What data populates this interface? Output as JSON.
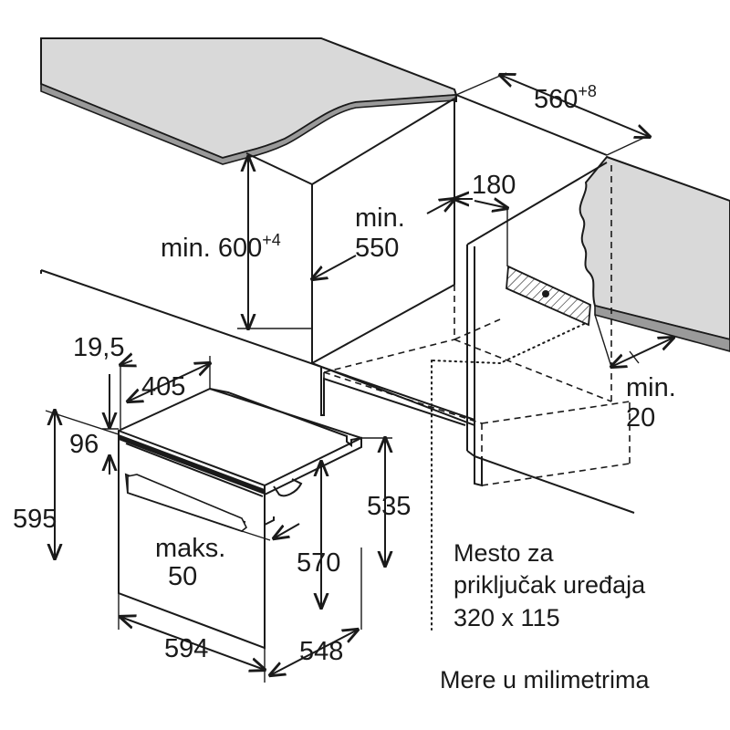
{
  "dimensions": {
    "cabinet_width": "560",
    "cabinet_width_tolerance": "+8",
    "cabinet_min_height_prefix": "min. ",
    "cabinet_min_height": "600",
    "cabinet_min_height_tolerance": "+4",
    "cabinet_min_depth_line1": "min.",
    "cabinet_min_depth_line2": "550",
    "connection_offset": "180",
    "min_gap_line1": "min.",
    "min_gap_line2": "20",
    "panel_thickness": "19,5",
    "rail_depth": "405",
    "control_height": "96",
    "front_height": "595",
    "appliance_height": "535",
    "body_height": "570",
    "max_overhang_line1": "maks.",
    "max_overhang_line2": "50",
    "front_width": "594",
    "appliance_depth": "548"
  },
  "notes": {
    "connection_line1": "Mesto za",
    "connection_line2": "priključak uređaja",
    "connection_line3": "320 x 115",
    "units": "Mere u milimetrima"
  }
}
